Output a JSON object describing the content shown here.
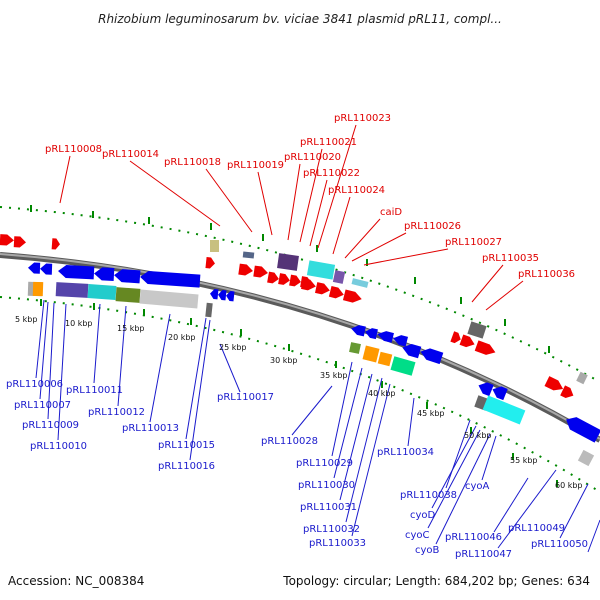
{
  "title": "Rhizobium leguminosarum bv. viciae 3841 plasmid pRL11, compl...",
  "accession": "Accession: NC_008384",
  "summary": "Topology: circular; Length: 684,202 bp; Genes: 634",
  "colors": {
    "backbone": "#808080",
    "forward": "#ee0000",
    "reverse": "#0000ee",
    "label_forward": "#e00000",
    "label_reverse": "#1a1acc",
    "ticks": "#008800"
  },
  "kbp_labels": [
    "5 kbp",
    "10 kbp",
    "15 kbp",
    "20 kbp",
    "25 kbp",
    "30 kbp",
    "35 kbp",
    "40 kbp",
    "45 kbp",
    "50 kbp",
    "55 kbp",
    "60 kbp"
  ],
  "forward_labels": [
    "pRL110008",
    "pRL110014",
    "pRL110018",
    "pRL110019",
    "pRL110020",
    "pRL110021",
    "pRL110022",
    "pRL110023",
    "pRL110024",
    "caiD",
    "pRL110026",
    "pRL110027",
    "pRL110035",
    "pRL110036"
  ],
  "reverse_labels": [
    "pRL110006",
    "pRL110007",
    "pRL110009",
    "pRL110010",
    "pRL110011",
    "pRL110012",
    "pRL110013",
    "pRL110015",
    "pRL110016",
    "pRL110017",
    "pRL110028",
    "pRL110029",
    "pRL110030",
    "pRL110031",
    "pRL110032",
    "pRL110033",
    "pRL110034",
    "pRL110038",
    "cyoD",
    "cyoC",
    "cyoB",
    "cyoA",
    "pRL110046",
    "pRL110047",
    "pRL110049",
    "pRL110050"
  ]
}
